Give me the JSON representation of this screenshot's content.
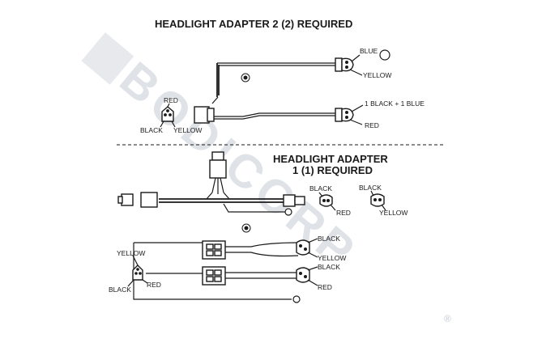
{
  "titles": {
    "top": "HEADLIGHT ADAPTER 2 (2) REQUIRED",
    "bottom_line1": "HEADLIGHT ADAPTER",
    "bottom_line2": "1 (1) REQUIRED"
  },
  "watermark": {
    "text": "BODICORP",
    "mark": "®",
    "color": "#b9c0cc"
  },
  "labels": {
    "top_blue": "BLUE",
    "top_yellow": "YELLOW",
    "top_black_blue": "1 BLACK + 1 BLUE",
    "top_red": "RED",
    "top_plug_red": "RED",
    "top_plug_black": "BLACK",
    "top_plug_yellow": "YELLOW",
    "mid_black": "BLACK",
    "mid_red": "RED",
    "mid2_black": "BLACK",
    "mid2_yellow": "YELLOW",
    "bot_black1": "BLACK",
    "bot_yellow1": "YELLOW",
    "bot_black2": "BLACK",
    "bot_red2": "RED",
    "left_yellow": "YELLOW",
    "left_black": "BLACK",
    "left_red": "RED"
  },
  "icons": [
    "wire-harness",
    "connector-plug",
    "ground-ring",
    "divider-line"
  ]
}
